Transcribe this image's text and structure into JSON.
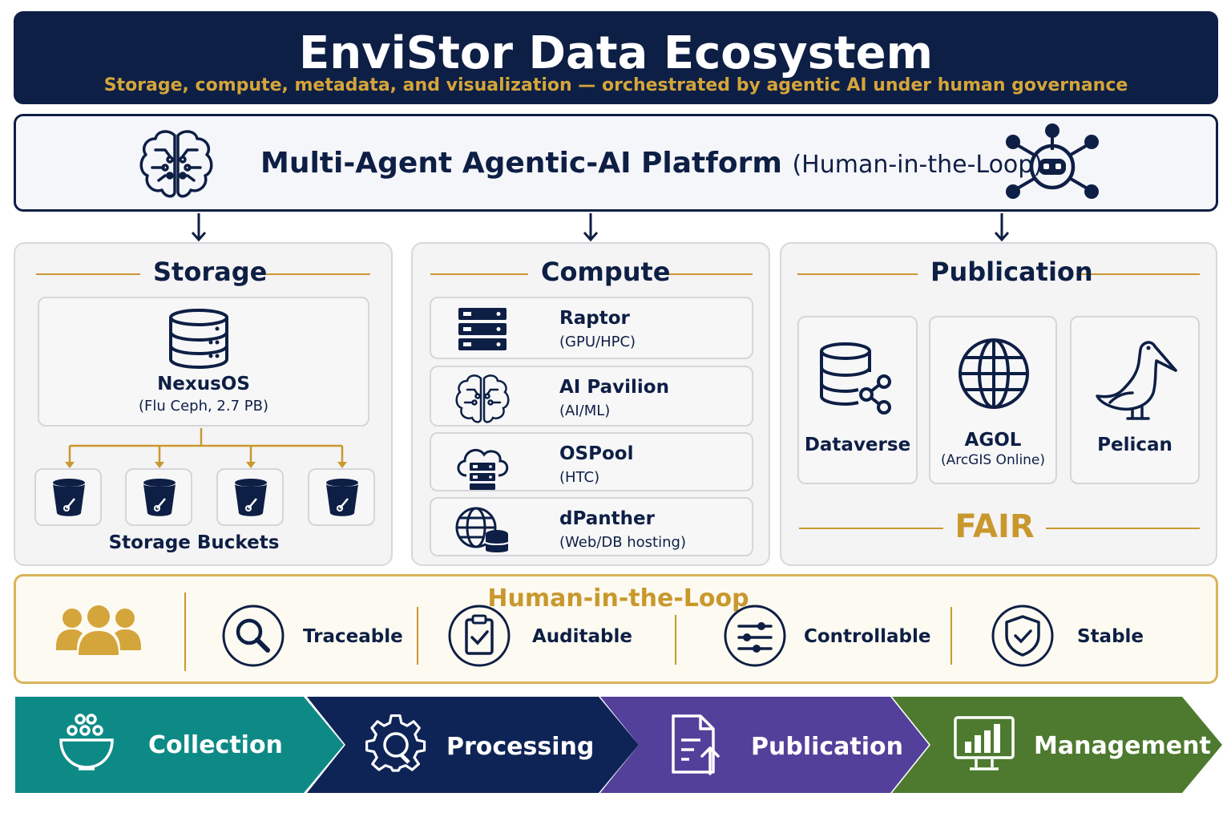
{
  "header": {
    "title": "EnviStor Data Ecosystem",
    "subtitle": "Storage, compute, metadata, and visualization — orchestrated by agentic AI under human governance"
  },
  "platform": {
    "title": "Multi-Agent Agentic-AI Platform",
    "qualifier": "(Human-in-the-Loop)",
    "left_icon": "brain-circuit-icon",
    "right_icon": "robot-network-icon"
  },
  "storage": {
    "title": "Storage",
    "system_name": "NexusOS",
    "system_spec": "(Flu Ceph, 2.7 PB)",
    "buckets_label": "Storage Buckets",
    "bucket_count": 4
  },
  "compute": {
    "title": "Compute",
    "resources": [
      {
        "name": "Raptor",
        "spec": "(GPU/HPC)",
        "icon": "server-rack-icon"
      },
      {
        "name": "AI Pavilion",
        "spec": "(AI/ML)",
        "icon": "brain-circuit-icon"
      },
      {
        "name": "OSPool",
        "spec": "(HTC)",
        "icon": "cloud-server-icon"
      },
      {
        "name": "dPanther",
        "spec": "(Web/DB hosting)",
        "icon": "globe-database-icon"
      }
    ]
  },
  "publication": {
    "title": "Publication",
    "platforms": [
      {
        "name": "Dataverse",
        "spec": "",
        "icon": "database-share-icon"
      },
      {
        "name": "AGOL",
        "spec": "(ArcGIS Online)",
        "icon": "globe-icon"
      },
      {
        "name": "Pelican",
        "spec": "",
        "icon": "pelican-icon"
      }
    ],
    "fair_label": "FAIR"
  },
  "human_in_loop": {
    "title": "Human-in-the-Loop",
    "principles": [
      {
        "label": "Traceable",
        "icon": "magnifier-icon"
      },
      {
        "label": "Auditable",
        "icon": "clipboard-check-icon"
      },
      {
        "label": "Controllable",
        "icon": "sliders-icon"
      },
      {
        "label": "Stable",
        "icon": "shield-check-icon"
      }
    ]
  },
  "pipeline": [
    {
      "label": "Collection",
      "icon": "bowl-icon",
      "color": "#0e8a86"
    },
    {
      "label": "Processing",
      "icon": "gear-icon",
      "color": "#0f2456"
    },
    {
      "label": "Publication",
      "icon": "document-upload-icon",
      "color": "#53409a"
    },
    {
      "label": "Management",
      "icon": "bar-chart-icon",
      "color": "#4d7a2e"
    }
  ],
  "colors": {
    "navy": "#0e1f45",
    "gold": "#c9982d",
    "panel": "#f4f4f5"
  }
}
